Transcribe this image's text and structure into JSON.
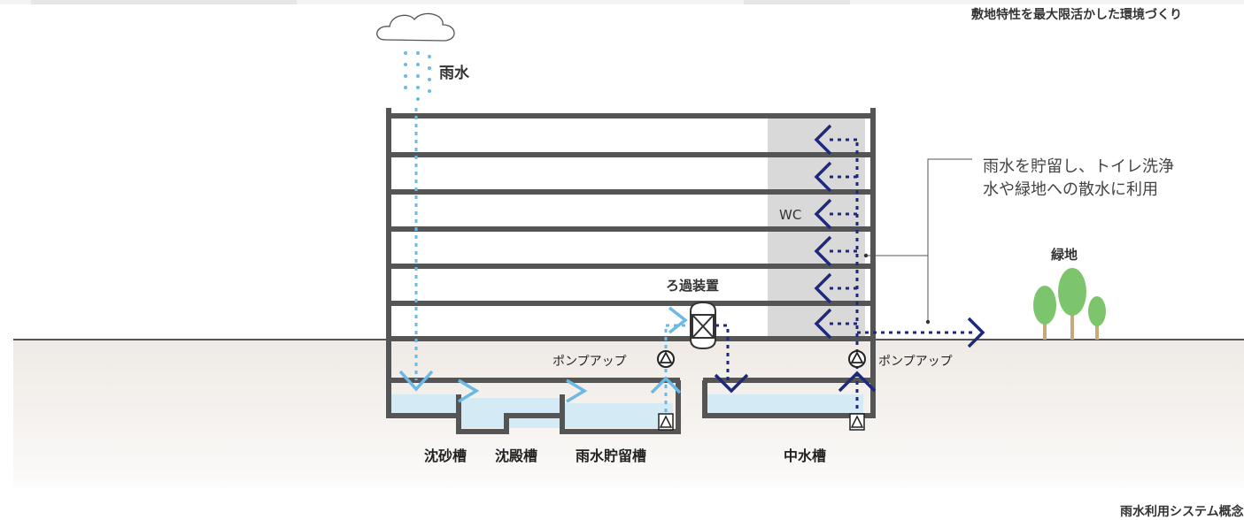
{
  "header": {
    "caption": "敷地特性を最大限活かした環境づくり"
  },
  "footer": {
    "caption": "雨水利用システム概念図"
  },
  "rain": {
    "label": "雨水"
  },
  "callout": {
    "line1": "雨水を貯留し、トイレ洗浄",
    "line2": "水や緑地への散水に利用"
  },
  "green_area": {
    "label": "緑地"
  },
  "filter": {
    "label": "ろ過装置"
  },
  "wc": {
    "label": "WC"
  },
  "pumps": {
    "left_label": "ポンプアップ",
    "right_label": "ポンプアップ"
  },
  "tanks": {
    "sand": "沈砂槽",
    "settling": "沈殿槽",
    "storage": "雨水貯留槽",
    "greywater": "中水槽"
  },
  "colors": {
    "rainwater": "#6cb9e4",
    "greywater": "#1e2a78",
    "structure": "#555555",
    "water_fill": "#d4ebf6",
    "tree": "#7dc56c",
    "trunk": "#c9a97a",
    "wc_core": "#d9d9d9",
    "ground": "#efeae5"
  }
}
